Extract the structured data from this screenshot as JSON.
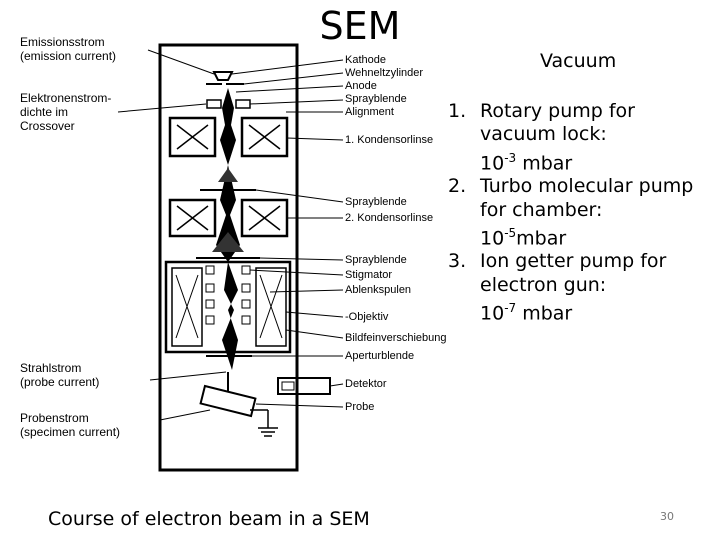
{
  "title": "SEM",
  "vacuum": {
    "heading": "Vacuum",
    "items": [
      {
        "number": "1.",
        "line1": "Rotary pump for",
        "line2": "vacuum lock:",
        "value_base": "10",
        "value_exp": "-3",
        "value_unit": " mbar"
      },
      {
        "number": "2.",
        "line1": "Turbo molecular pump",
        "line2": "for chamber:",
        "value_base": "10",
        "value_exp": "-5",
        "value_unit": "mbar"
      },
      {
        "number": "3.",
        "line1": "Ion getter pump for",
        "line2": "electron gun:",
        "value_base": "10",
        "value_exp": "-7",
        "value_unit": " mbar"
      }
    ]
  },
  "caption": "Course of electron beam in a SEM",
  "page_number": "30",
  "diagram_labels": {
    "left": {
      "emission_de": "Emissionsstrom",
      "emission_en": "(emission current)",
      "density_1": "Elektronenstrom-",
      "density_2": "dichte im",
      "density_3": "Crossover",
      "probe_current_de": "Strahlstrom",
      "probe_current_en": "(probe current)",
      "specimen_current_de": "Probenstrom",
      "specimen_current_en": "(specimen current)"
    },
    "right": {
      "kathode": "Kathode",
      "wehnelt": "Wehneltzylinder",
      "anode": "Anode",
      "spray1": "Sprayblende",
      "alignment": "Alignment",
      "condenser1": "1. Kondensorlinse",
      "spray2": "Sprayblende",
      "condenser2": "2. Kondensorlinse",
      "spray3": "Sprayblende",
      "stigmator": "Stigmator",
      "deflection": "Ablenkspulen",
      "objective": "Objektiv",
      "image_shift": "Bildfeinverschiebung",
      "aperture": "Aperturblende",
      "detector": "Detektor",
      "probe": "Probe"
    }
  }
}
